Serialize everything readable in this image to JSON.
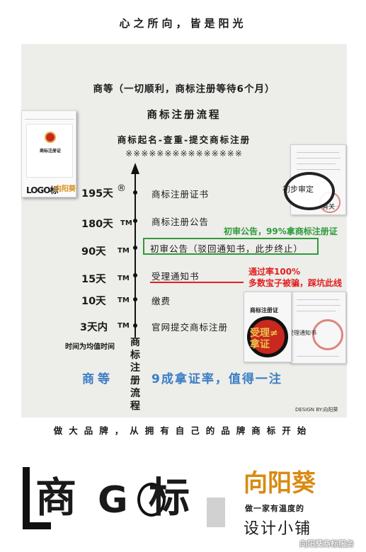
{
  "top_slogan": "心之所向，皆是阳光",
  "header": {
    "waiting_text": "商等（一切顺利，商标注册等待6个月）",
    "flow_title": "商标注册流程",
    "steps_text": "商标起名-查重-提交商标注册",
    "stars": "※※※※※※※※※※※※※※※"
  },
  "certificate": {
    "title": "商标注册证",
    "logo_text": "LOGO标",
    "logo_brand": "向阳葵"
  },
  "timeline": {
    "items": [
      {
        "day": "195天",
        "mark": "®",
        "label": "商标注册证书"
      },
      {
        "day": "180天",
        "mark": "TM",
        "label": "商标注册公告"
      },
      {
        "day": "90天",
        "mark": "TM",
        "label": "初审公告（驳回通知书，此步终止）"
      },
      {
        "day": "15天",
        "mark": "TM",
        "label": "受理通知书"
      },
      {
        "day": "10天",
        "mark": "TM",
        "label": "缴费"
      },
      {
        "day": "3天内",
        "mark": "TM",
        "label": "官网提交商标注册"
      }
    ],
    "avg_note": "时间为均值时间",
    "vertical_label": "商标注册流程"
  },
  "annotations": {
    "green_note": "初审公告，99%拿商标注册证",
    "red_note_1": "通过率100%",
    "red_note_2": "多数宝子被骗，踩坑此线",
    "doc1_ring_text": "初步审定",
    "doc1_stamp_text": "有关",
    "doc2_title": "商标注册证",
    "doc2_stamp_text": "受理通知书",
    "doc2_overlay": "受理≠拿证"
  },
  "bottom_panel": {
    "left_text": "商等",
    "right_text": "9成拿证率，值得一注",
    "design_credit": "DESIGN BY:向阳葵"
  },
  "brand_line": "做大品牌，从拥有自己的品牌商标开始",
  "footer_logo": {
    "letter_l": "L",
    "char_shang": "商",
    "letter_g": "G",
    "char_biao": "标",
    "sun_brand": "向阳葵",
    "sun_tagline": "做一家有温度的",
    "sun_shop": "设计小铺",
    "watermark": "向阳葵商标服务"
  },
  "colors": {
    "panel_bg": "#ededea",
    "green": "#2e9b3b",
    "red": "#e02020",
    "blue": "#3b7dc4",
    "orange": "#d98a12"
  }
}
